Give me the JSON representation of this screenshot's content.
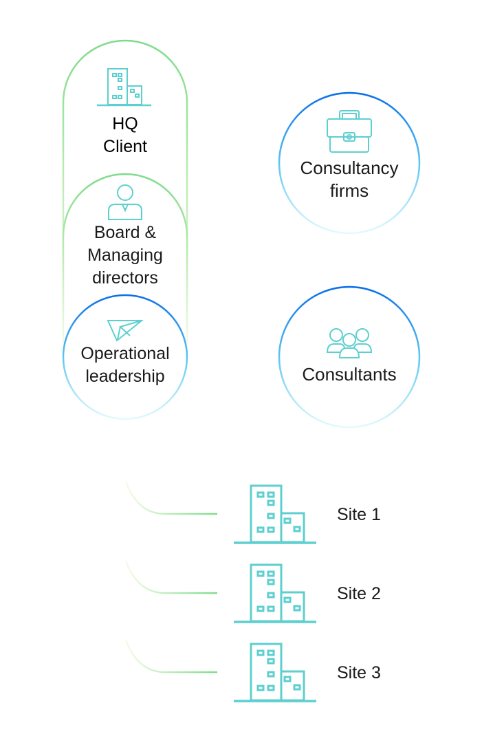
{
  "nodes": {
    "hq": {
      "line1": "HQ",
      "line2": "Client",
      "icon": "building-icon"
    },
    "board": {
      "line1": "Board &",
      "line2": "Managing",
      "line3": "directors",
      "icon": "businessman-icon"
    },
    "operational": {
      "line1": "Operational",
      "line2": "leadership",
      "icon": "paper-plane-icon"
    },
    "consultancy": {
      "line1": "Consultancy",
      "line2": "firms",
      "icon": "briefcase-icon"
    },
    "consultants": {
      "line1": "Consultants",
      "icon": "group-icon"
    }
  },
  "sites": [
    {
      "label": "Site 1",
      "icon": "building-icon"
    },
    {
      "label": "Site 2",
      "icon": "building-icon"
    },
    {
      "label": "Site 3",
      "icon": "building-icon"
    }
  ],
  "colors": {
    "green": "#7ddc8a",
    "blue": "#0a6fe8",
    "cyan": "#5ecfcf",
    "lightcyan": "#c8f4fb"
  }
}
